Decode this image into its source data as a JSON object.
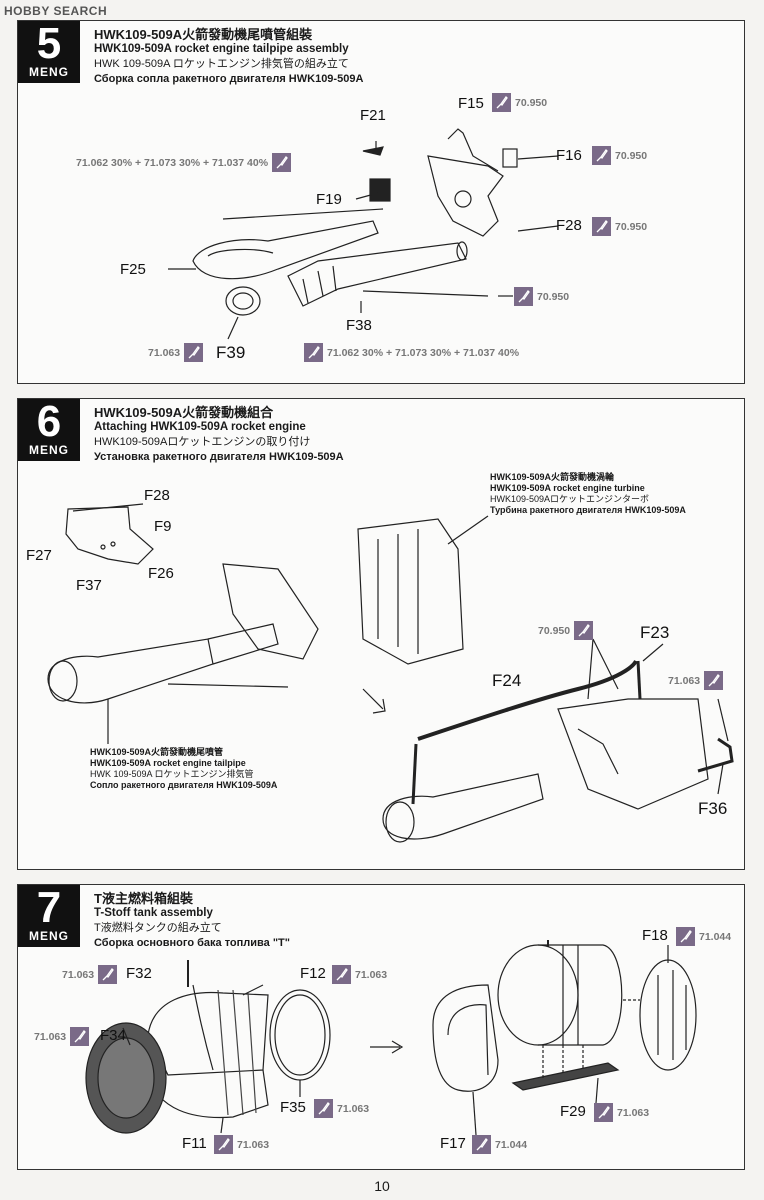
{
  "watermark": "HOBBY SEARCH",
  "brand": "MENG",
  "steps": [
    {
      "number": "5",
      "title_cn": "HWK109-509A火箭發動機尾噴管組裝",
      "title_en": "HWK109-509A rocket engine tailpipe assembly",
      "title_jp": "HWK 109-509A ロケットエンジン排気管の組み立て",
      "title_ru": "Сборка сопла ракетного двигателя HWK109-509A",
      "parts": [
        "F15",
        "F21",
        "F16",
        "F19",
        "F28",
        "F25",
        "F38",
        "F39"
      ],
      "paints": [
        "70.950",
        "71.062 30% + 71.073 30% + 71.037 40%",
        "70.950",
        "70.950",
        "70.950",
        "71.063",
        "71.062 30% + 71.073 30% + 71.037 40%"
      ]
    },
    {
      "number": "6",
      "title_cn": "HWK109-509A火箭發動機組合",
      "title_en": "Attaching HWK109-509A rocket engine",
      "title_jp": "HWK109-509Aロケットエンジンの取り付け",
      "title_ru": "Установка ракетного двигателя HWK109-509A",
      "parts": [
        "F28",
        "F9",
        "F27",
        "F26",
        "F37",
        "F23",
        "F24",
        "F36"
      ],
      "paints": [
        "70.950",
        "71.063"
      ],
      "callout_turbine": {
        "cn": "HWK109-509A火箭發動機渦輪",
        "en": "HWK109-509A rocket engine turbine",
        "jp": "HWK109-509Aロケットエンジンターボ",
        "ru": "Турбина ракетного двигателя HWK109-509A"
      },
      "callout_tailpipe": {
        "cn": "HWK109-509A火箭發動機尾噴管",
        "en": "HWK109-509A rocket engine tailpipe",
        "jp": "HWK 109-509A ロケットエンジン排気管",
        "ru": "Сопло ракетного двигателя HWK109-509A"
      }
    },
    {
      "number": "7",
      "title_cn": "T液主燃料箱組裝",
      "title_en": "T-Stoff tank assembly",
      "title_jp": "T液燃料タンクの組み立て",
      "title_ru": "Сборка основного бака топлива \"T\"",
      "parts": [
        "F18",
        "F32",
        "F12",
        "F34",
        "F35",
        "F29",
        "F11",
        "F17"
      ],
      "paints": [
        "71.044",
        "71.063",
        "71.063",
        "71.063",
        "71.063",
        "71.063",
        "71.063",
        "71.044"
      ]
    }
  ],
  "page_number": "10"
}
